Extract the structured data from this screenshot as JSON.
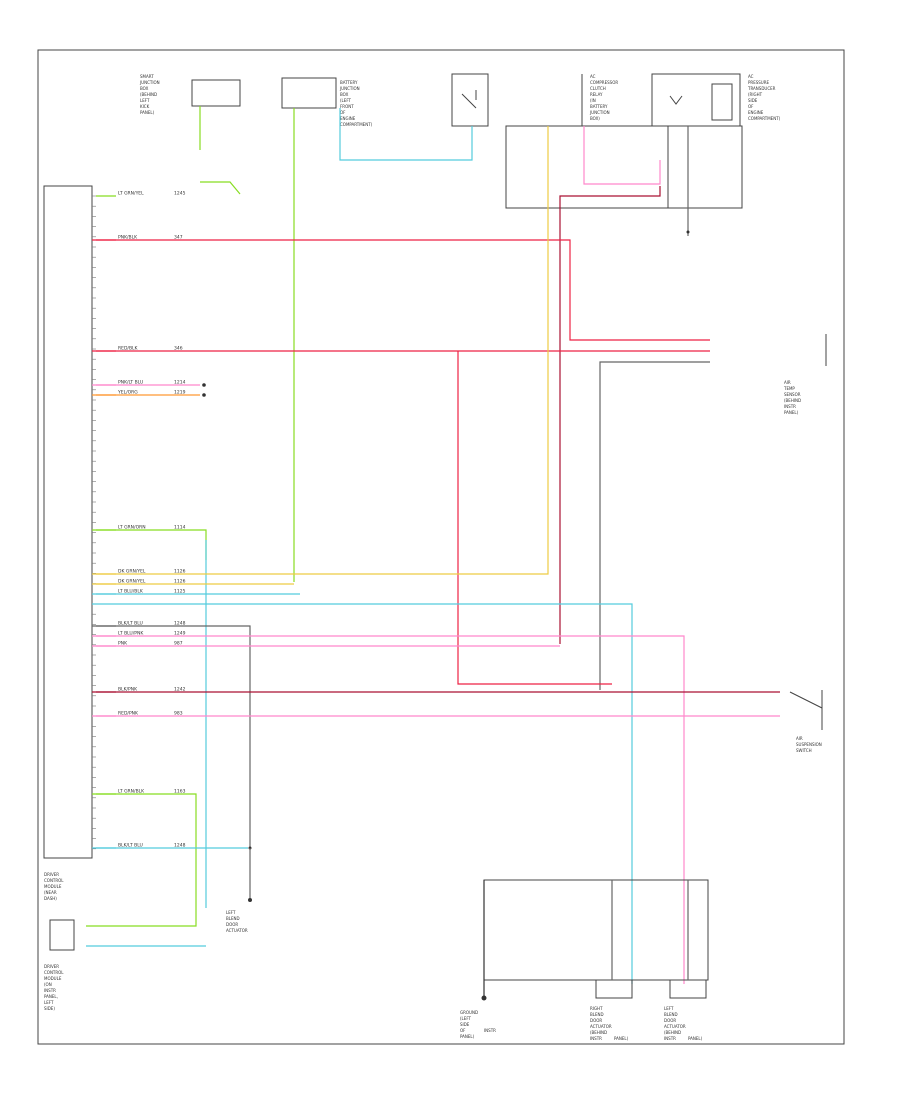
{
  "diagram": {
    "footer_code": "",
    "colors": {
      "red": "#ee2244",
      "pink": "#ff88cc",
      "green": "#88dd22",
      "cyan": "#55ccdd",
      "darkred": "#aa1133",
      "yellow": "#eecc44",
      "orange": "#ff9933",
      "gray": "#666666",
      "black": "#333333"
    },
    "module_left": {
      "label_lines": [
        "DRIVER",
        "CONTROL",
        "MODULE",
        "(NEAR",
        "DASH)"
      ],
      "lower_label_lines": [
        "DRIVER",
        "CONTROL",
        "MODULE",
        "(ON",
        "INSTR",
        "PANEL,",
        "LEFT",
        "SIDE)"
      ]
    },
    "wire_rows": [
      {
        "label": "LT GRN/YEL",
        "code": "1245",
        "color": "green"
      },
      {
        "label": "PNK/BLK",
        "code": "347",
        "color": "red"
      },
      {
        "label": "RED/BLK",
        "code": "346",
        "color": "red"
      },
      {
        "label": "PNK/LT BLU",
        "code": "1214",
        "color": "pink"
      },
      {
        "label": "YEL/ORG",
        "code": "1219",
        "color": "orange"
      },
      {
        "label": "LT GRN/ORN",
        "code": "1114",
        "color": "green"
      },
      {
        "label": "DK GRN/YEL",
        "code": "1126",
        "color": "yellow"
      },
      {
        "label": "DK GRN/YEL",
        "code": "1126",
        "color": "yellow"
      },
      {
        "label": "LT BLU/BLK",
        "code": "1125",
        "color": "cyan"
      },
      {
        "label": "BLK/LT BLU",
        "code": "1248",
        "color": "gray"
      },
      {
        "label": "LT BLU/PNK",
        "code": "1249",
        "color": "pink"
      },
      {
        "label": "PNK",
        "code": "987",
        "color": "pink"
      },
      {
        "label": "BLK/PNK",
        "code": "1242",
        "color": "darkred"
      },
      {
        "label": "RED/PNK",
        "code": "983",
        "color": "pink"
      },
      {
        "label": "LT GRN/BLK",
        "code": "1163",
        "color": "green"
      },
      {
        "label": "BLK/LT BLU",
        "code": "1248",
        "color": "cyan"
      }
    ],
    "top_components": [
      {
        "label_lines": [
          "SMART",
          "JUNCTION",
          "BOX",
          "(BEHIND",
          "LEFT",
          "KICK",
          "PANEL)"
        ]
      },
      {
        "label_lines": [
          "BATTERY",
          "JUNCTION",
          "BOX",
          "(LEFT",
          "FRONT",
          "OF",
          "ENGINE",
          "COMPARTMENT)"
        ]
      },
      {
        "label_lines": [
          "AC",
          "COMPRESSOR",
          "CLUTCH",
          "RELAY",
          "(IN",
          "BATTERY",
          "JUNCTION",
          "BOX)"
        ]
      },
      {
        "label_lines": [
          "AC",
          "PRESSURE",
          "TRANSDUCER",
          "(RIGHT",
          "SIDE",
          "OF",
          "ENGINE",
          "COMPARTMENT)"
        ]
      }
    ],
    "right_components": [
      {
        "label_lines": [
          "AIR",
          "TEMP",
          "SENSOR",
          "(BEHIND",
          "INSTR",
          "PANEL)"
        ]
      },
      {
        "label_lines": [
          "AIR",
          "SUSPENSION",
          "SWITCH"
        ]
      }
    ],
    "bottom_components": [
      {
        "label_lines": [
          "LEFT",
          "BLEND",
          "DOOR",
          "ACTUATOR"
        ]
      },
      {
        "label_lines": [
          "GROUND",
          "(LEFT",
          "SIDE",
          "OF",
          "INSTR",
          "PANEL)"
        ]
      },
      {
        "label_lines": [
          "RIGHT",
          "BLEND",
          "DOOR",
          "ACTUATOR",
          "(BEHIND",
          "INSTR",
          "PANEL)"
        ]
      },
      {
        "label_lines": [
          "LEFT",
          "BLEND",
          "DOOR",
          "ACTUATOR",
          "(BEHIND",
          "INSTR",
          "PANEL)"
        ]
      }
    ]
  }
}
